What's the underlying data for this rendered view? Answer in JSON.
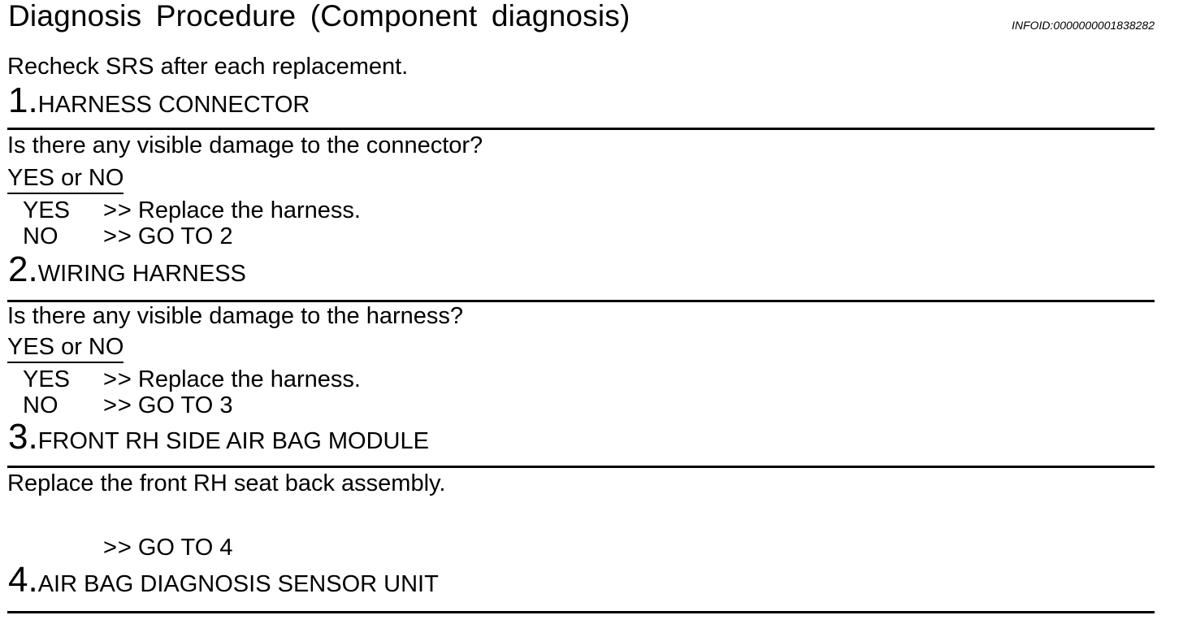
{
  "page": {
    "title": "Diagnosis Procedure (Component diagnosis)",
    "infoid": "INFOID:0000000001838282",
    "intro": "Recheck SRS after each replacement."
  },
  "steps": [
    {
      "number": "1.",
      "heading": "HARNESS CONNECTOR",
      "question": "Is there any visible damage to the connector?",
      "prompt": "YES or NO",
      "answers": [
        {
          "label": "YES",
          "arrow": ">>",
          "action": "Replace the harness."
        },
        {
          "label": "NO",
          "arrow": ">>",
          "action": "GO TO 2"
        }
      ]
    },
    {
      "number": "2.",
      "heading": "WIRING HARNESS",
      "question": "Is there any visible damage to the harness?",
      "prompt": "YES or NO",
      "answers": [
        {
          "label": "YES",
          "arrow": ">>",
          "action": "Replace the harness."
        },
        {
          "label": "NO",
          "arrow": ">>",
          "action": "GO TO 3"
        }
      ]
    },
    {
      "number": "3.",
      "heading": "FRONT RH SIDE AIR BAG MODULE",
      "instruction": "Replace the front RH seat back assembly.",
      "answers": [
        {
          "label": "",
          "arrow": ">>",
          "action": "GO TO 4"
        }
      ]
    },
    {
      "number": "4.",
      "heading": "AIR BAG DIAGNOSIS SENSOR UNIT"
    }
  ]
}
